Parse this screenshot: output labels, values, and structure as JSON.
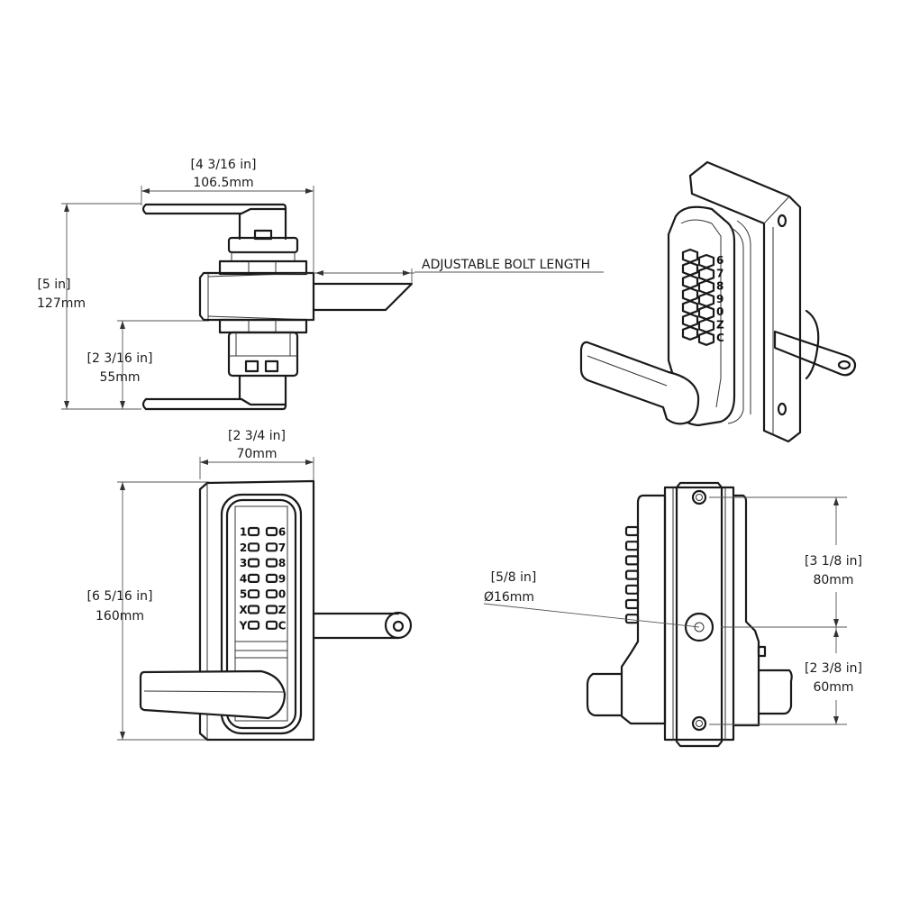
{
  "title": "Digital lock dimension drawing",
  "views": {
    "top": {
      "width_in": "[4 3/16 in]",
      "width_mm": "106.5mm",
      "height_in": "[5 in]",
      "height_mm": "127mm",
      "offset_in": "[2 3/16 in]",
      "offset_mm": "55mm",
      "bolt_label": "ADJUSTABLE BOLT LENGTH"
    },
    "front": {
      "width_in": "[2 3/4 in]",
      "width_mm": "70mm",
      "height_in": "[6 5/16 in]",
      "height_mm": "160mm",
      "keypad_left": [
        "1",
        "2",
        "3",
        "4",
        "5",
        "X",
        "Y"
      ],
      "keypad_right": [
        "6",
        "7",
        "8",
        "9",
        "0",
        "Z",
        "C"
      ]
    },
    "side": {
      "hole_in": "[5/8 in]",
      "hole_mm": "Ø16mm",
      "upper_in": "[3 1/8 in]",
      "upper_mm": "80mm",
      "lower_in": "[2 3/8 in]",
      "lower_mm": "60mm"
    },
    "iso": {
      "keypad_right": [
        "6",
        "7",
        "8",
        "9",
        "0",
        "Z",
        "C"
      ]
    }
  }
}
